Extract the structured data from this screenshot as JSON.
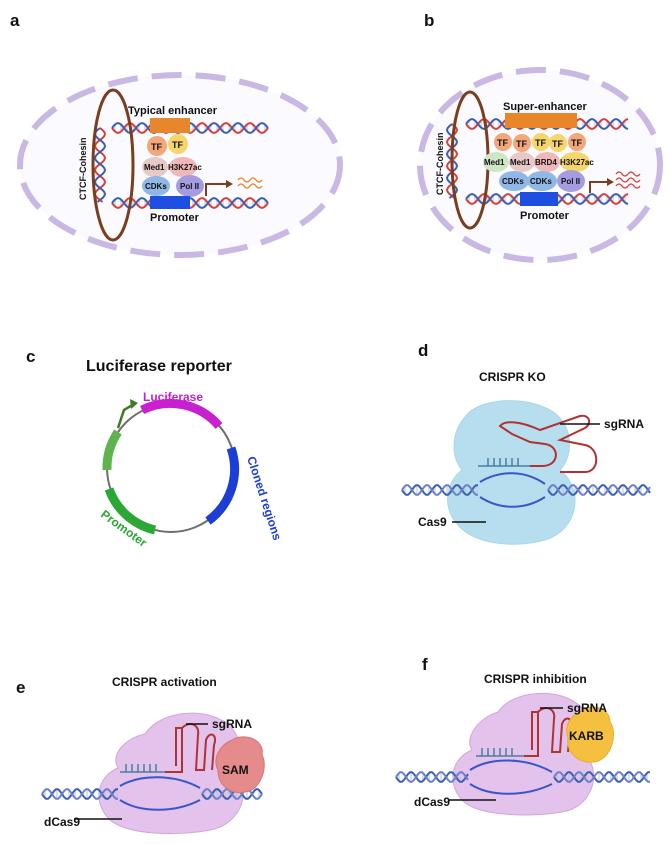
{
  "panels": {
    "a": {
      "letter": "a",
      "side_label": "CTCF-Cohesin",
      "enhancer_label": "Typical enhancer",
      "tf_labels": [
        "TF",
        "TF"
      ],
      "med1": "Med1",
      "h3k27ac": "H3K27ac",
      "cdks": "CDKs",
      "pol2": "Pol II",
      "promoter_label": "Promoter"
    },
    "b": {
      "letter": "b",
      "side_label": "CTCF-Cohesin",
      "enhancer_label": "Super-enhancer",
      "tf_labels": [
        "TF",
        "TF",
        "TF",
        "TF",
        "TF"
      ],
      "med1_a": "Med1",
      "med1_b": "Med1",
      "brd4": "BRD4",
      "h3k27ac": "H3K27ac",
      "cdks_a": "CDKs",
      "cdks_b": "CDKs",
      "pol2": "Pol II",
      "promoter_label": "Promoter"
    },
    "c": {
      "letter": "c",
      "title": "Luciferase reporter",
      "luciferase": "Luciferase",
      "promoter": "Promoter",
      "cloned": "Cloned regions"
    },
    "d": {
      "letter": "d",
      "title": "CRISPR KO",
      "sgrna": "sgRNA",
      "cas": "Cas9"
    },
    "e": {
      "letter": "e",
      "title": "CRISPR activation",
      "sgrna": "sgRNA",
      "effector": "SAM",
      "cas": "dCas9"
    },
    "f": {
      "letter": "f",
      "title": "CRISPR inhibition",
      "sgrna": "sgRNA",
      "effector": "KARB",
      "cas": "dCas9"
    }
  },
  "colors": {
    "nucleus_dash": "#c9b8e4",
    "dna_red": "#d8403a",
    "dna_blue": "#3b5fb0",
    "loop": "#7a3d1e",
    "enhancer": "#e8862a",
    "promoter": "#1f4fe0",
    "tf": "#f3a77a",
    "tf_yellow": "#f6d56a",
    "med1": "#e7c9c7",
    "h3k27ac": "#f0b8b8",
    "cdks": "#8fb8e6",
    "pol2": "#a59be0",
    "luciferase": "#c81fd0",
    "plasmid_promoter": "#2aa836",
    "cloned": "#1c3ed6",
    "cas9_ko": "#9fd3ea",
    "dcas9": "#dcb3e6",
    "sgrna": "#b03232",
    "sam": "#e58b8b",
    "karb": "#f5c040"
  }
}
